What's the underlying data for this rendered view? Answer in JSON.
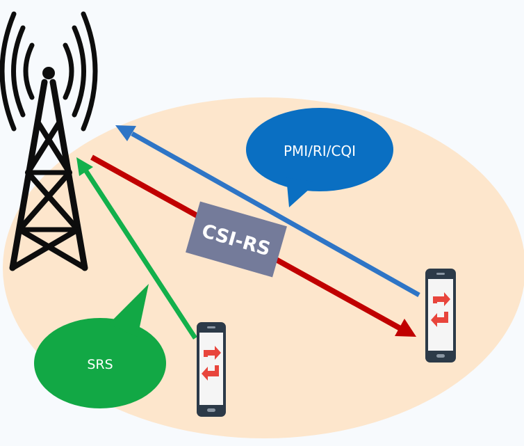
{
  "labels": {
    "feedback": "PMI/RI/CQI",
    "reference_signal": "CSI-RS",
    "sounding": "SRS"
  },
  "colors": {
    "coverage": "#fde6cc",
    "downlink_arrow": "#c00000",
    "feedback_arrow": "#2e75c6",
    "srs_arrow": "#12b04b",
    "feedback_bubble": "#0a6fc2",
    "srs_bubble": "#12a845",
    "csi_box": "#747b9a",
    "tower": "#0d0d0d",
    "phone_body": "#2c3a48",
    "phone_screen": "#f5f5f5",
    "phone_arrows": "#e8453c"
  },
  "icons": [
    "cell-tower-icon",
    "phone-near-icon",
    "phone-far-icon"
  ]
}
